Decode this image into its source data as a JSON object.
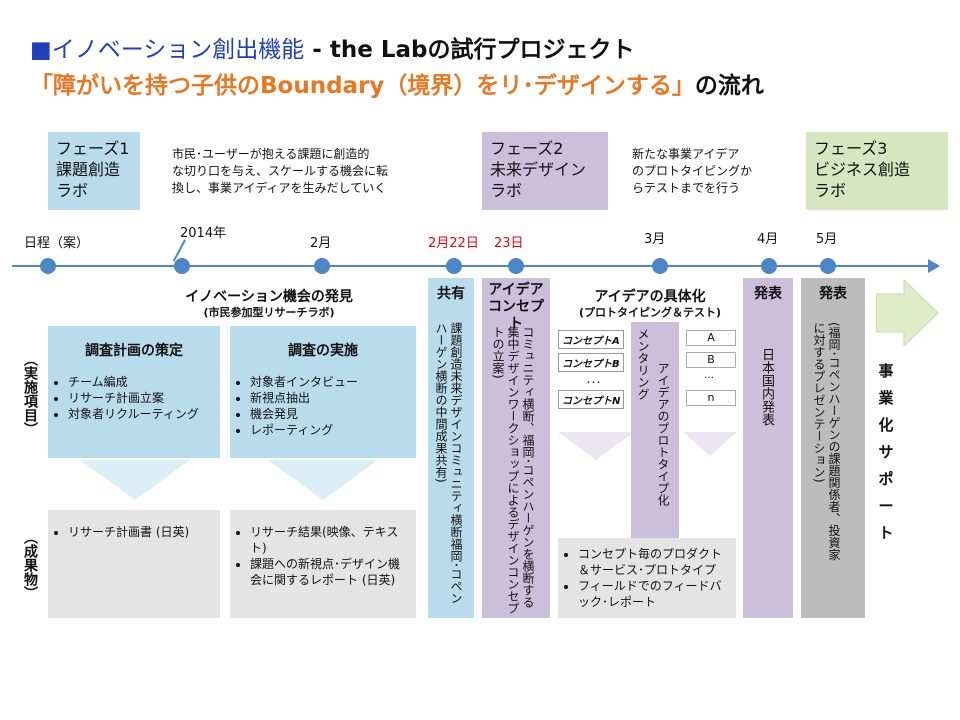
{
  "title": {
    "square": "■",
    "main": "イノベーション創出機能",
    "suffix": " - the Labの試行プロジェクト",
    "line2_quote": "「障がいを持つ子供のBoundary（境界）をリ･デザインする」",
    "line2_tail": "の流れ"
  },
  "phases": [
    {
      "label": "フェーズ1\n課題創造\nラボ",
      "desc": "市民･ユーザーが抱える課題に創造的\nな切り口を与え、スケールする機会に転\n換し、事業アイディアを生みだしていく"
    },
    {
      "label": "フェーズ2\n未来デザイン\nラボ",
      "desc": "新たな事業アイデア\nのプロトタイピングか\nらテストまでを行う"
    },
    {
      "label": "フェーズ3\nビジネス創造\nラボ"
    }
  ],
  "timeline": {
    "schedule": "日程（案）",
    "year": "2014年",
    "feb": "2月",
    "feb22": "2月22日",
    "d23": "23日",
    "mar": "3月",
    "apr": "4月",
    "may": "5月"
  },
  "row_labels": {
    "impl": "（実施項目）",
    "out": "（成果物）"
  },
  "section1": {
    "title": "イノベーション機会の発見",
    "subtitle": "(市民参加型リサーチラボ)"
  },
  "plan": {
    "title": "調査計画の策定",
    "items": [
      "チーム編成",
      "リサーチ計画立案",
      "対象者リクルーティング"
    ],
    "output": [
      "リサーチ計画書 (日英)"
    ]
  },
  "exec": {
    "title": "調査の実施",
    "items": [
      "対象者インタビュー",
      "新視点抽出",
      "機会発見",
      "レポーティング"
    ],
    "output": [
      "リサーチ結果(映像、テキスト)",
      "課題への新視点･デザイン機会に関するレポート (日英)"
    ]
  },
  "share": {
    "title": "共有",
    "text": "課題創造未来デザインコミュニティ横断福岡･コペンハーゲン横断の中間成果共有)"
  },
  "concept": {
    "title": "アイデア\nコンセプト",
    "text": "コミュニティ横断、福岡･コペンハーゲンを横断する集中デザインワークショップによるデザインコンセプトの立案)"
  },
  "proto": {
    "title": "アイデアの具体化",
    "subtitle": "(プロトタイピング＆テスト)",
    "concepts": [
      "コンセプトA",
      "コンセプトB",
      "･･･",
      "コンセプトN"
    ],
    "mentoring": "メンタリング",
    "proto_text": "アイデアのプロトタイプ化",
    "letters": [
      "A",
      "B",
      "…",
      "n"
    ],
    "output": [
      "コンセプト毎のプロダクト＆サービス･プロトタイプ",
      "フィールドでのフィードバック･レポート"
    ]
  },
  "announce1": {
    "title": "発表",
    "text": "日本国内発表"
  },
  "announce2": {
    "title": "発表",
    "text": "(福岡･コペンハーゲンの課題関係者、投資家に対するプレゼンテーション)"
  },
  "support": {
    "text": "事業化サポート"
  }
}
